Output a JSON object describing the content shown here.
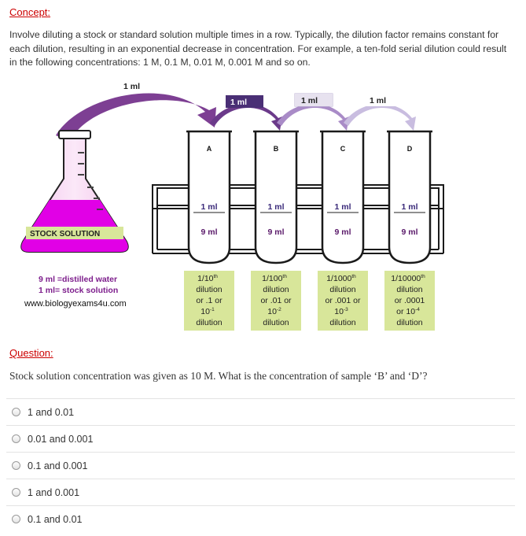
{
  "concept": {
    "heading": "Concept:",
    "body": "Involve diluting a stock or standard solution multiple times in a row. Typically, the dilution factor remains constant for each dilution, resulting in an exponential decrease in concentration. For example, a ten-fold serial dilution could result in the following concentrations: 1 M, 0.1 M, 0.01 M, 0.001 M and so on."
  },
  "figure": {
    "transfer_top_label": "1 ml",
    "transfer_labels": [
      "1 ml",
      "1 ml",
      "1 ml"
    ],
    "stock_label": "STOCK SOLUTION",
    "legend_line1": "9 ml =distilled water",
    "legend_line2": "1 ml= stock solution",
    "website": "www.biologyexams4u.com",
    "tubes": [
      {
        "letter": "A",
        "top": "1 ml",
        "bottom": "9 ml",
        "ratio": "1/10",
        "ratio_sup": "th",
        "line2": "dilution",
        "line3": "or .1 or",
        "power": "10",
        "power_sup": "-1",
        "line5": "dilution"
      },
      {
        "letter": "B",
        "top": "1 ml",
        "bottom": "9 ml",
        "ratio": "1/100",
        "ratio_sup": "th",
        "line2": "dilution",
        "line3": "or .01 or",
        "power": "10",
        "power_sup": "-2",
        "line5": "dilution"
      },
      {
        "letter": "C",
        "top": "1 ml",
        "bottom": "9 ml",
        "ratio": "1/1000",
        "ratio_sup": "th",
        "line2": "dilution",
        "line3": "or .001 or",
        "power": "10",
        "power_sup": "-3",
        "line5": "dilution"
      },
      {
        "letter": "D",
        "top": "1 ml",
        "bottom": "9 ml",
        "ratio": "1/10000",
        "ratio_sup": "th",
        "line2": "dilution",
        "line3": "or .0001",
        "power": "or 10",
        "power_sup": "-4",
        "line5": "dilution"
      }
    ],
    "colors": {
      "flask_liquid": "#e100e6",
      "label_fill": "#d8e69a",
      "arrow_dark": "#7d3f93",
      "arrow_mid": "#a98bc7",
      "arrow_light": "#c9bde0"
    }
  },
  "question": {
    "heading": "Question:",
    "text": "Stock solution concentration was given as 10 M. What is the concentration of sample ‘B’ and ‘D’?"
  },
  "options": [
    "1 and 0.01",
    "0.01 and 0.001",
    "0.1 and 0.001",
    "1 and 0.001",
    "0.1 and 0.01"
  ]
}
